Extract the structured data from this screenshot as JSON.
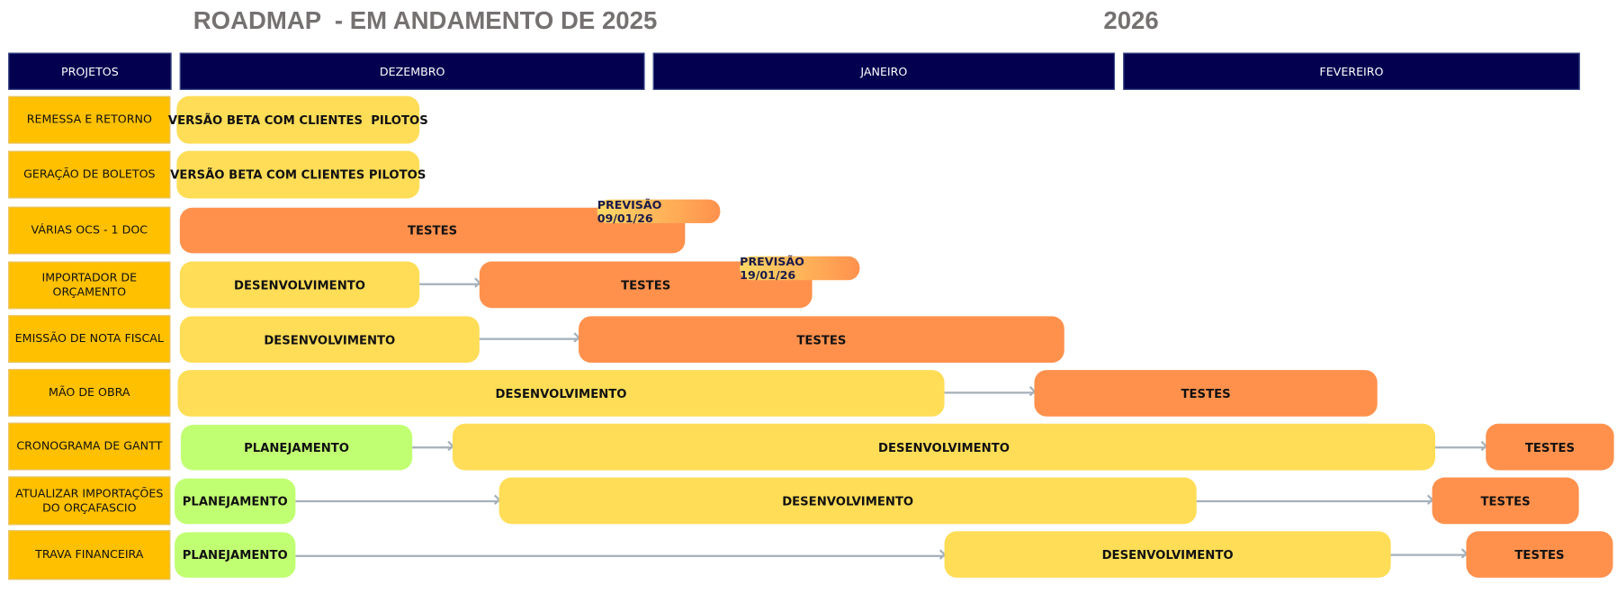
{
  "title": "ROADMAP  - EM ANDAMENTO DE 2025",
  "year_next": "2026",
  "header": {
    "projects": "PROJETOS",
    "months": [
      "DEZEMBRO",
      "JANEIRO",
      "FEVEREIRO"
    ]
  },
  "projects": [
    {
      "name": "REMESSA E RETORNO",
      "bars": [
        "VERSÃO BETA COM CLIENTES  PILOTOS"
      ]
    },
    {
      "name": "GERAÇÃO DE BOLETOS",
      "bars": [
        "VERSÃO BETA COM CLIENTES PILOTOS"
      ]
    },
    {
      "name": "VÁRIAS OCS - 1 DOC",
      "bars": [
        "TESTES"
      ],
      "badge": "PREVISÃO 09/01/26"
    },
    {
      "name": "IMPORTADOR DE ORÇAMENTO",
      "bars": [
        "DESENVOLVIMENTO",
        "TESTES"
      ],
      "badge": "PREVISÃO 19/01/26"
    },
    {
      "name": "EMISSÃO DE NOTA FISCAL",
      "bars": [
        "DESENVOLVIMENTO",
        "TESTES"
      ]
    },
    {
      "name": "MÃO DE OBRA",
      "bars": [
        "DESENVOLVIMENTO",
        "TESTES"
      ]
    },
    {
      "name": "CRONOGRAMA DE GANTT",
      "bars": [
        "PLANEJAMENTO",
        "DESENVOLVIMENTO",
        "TESTES"
      ]
    },
    {
      "name": "ATUALIZAR IMPORTAÇÕES DO ORÇAFASCIO",
      "bars": [
        "PLANEJAMENTO",
        "DESENVOLVIMENTO",
        "TESTES"
      ]
    },
    {
      "name": "TRAVA FINANCEIRA",
      "bars": [
        "PLANEJAMENTO",
        "DESENVOLVIMENTO",
        "TESTES"
      ]
    }
  ],
  "colors": {
    "header": "#03004f",
    "label": "#FFC000",
    "planning": "#C1FF72",
    "development": "#FFDD57",
    "testing": "#FF914D",
    "arrow": "#A6B1BB"
  }
}
